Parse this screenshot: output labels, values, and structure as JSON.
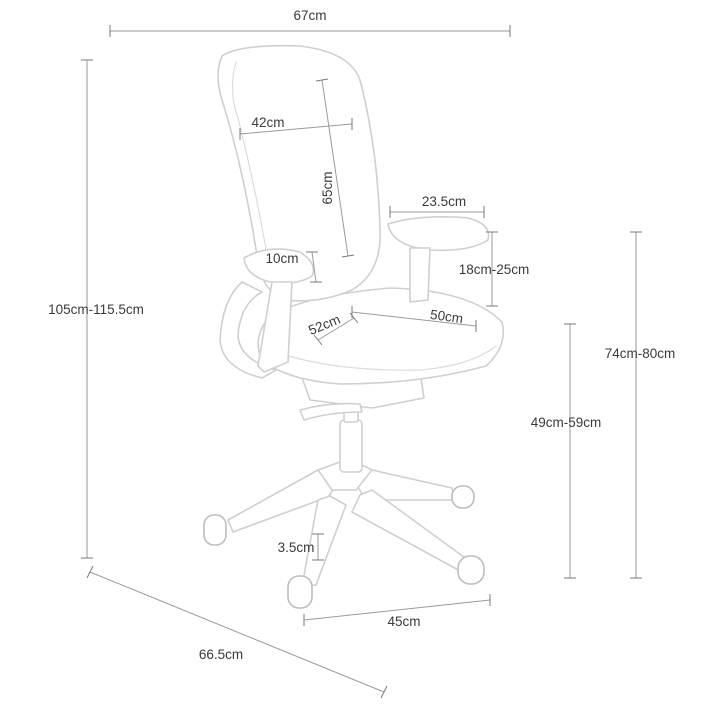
{
  "diagram": {
    "labels": {
      "total_width": "67cm",
      "backrest_width": "42cm",
      "backrest_height": "65cm",
      "armrest_length": "23.5cm",
      "armrest_adjust": "18cm-25cm",
      "lumbar_depth": "10cm",
      "seat_depth": "52cm",
      "seat_width": "50cm",
      "total_height": "105cm-115.5cm",
      "armrest_height": "74cm-80cm",
      "seat_height": "49cm-59cm",
      "caster_height": "3.5cm",
      "base_width": "45cm",
      "total_depth": "66.5cm"
    },
    "colors": {
      "dimension_line": "#9a9a9a",
      "chair_outline": "#cfcfcf",
      "text": "#3a3a3a"
    }
  }
}
